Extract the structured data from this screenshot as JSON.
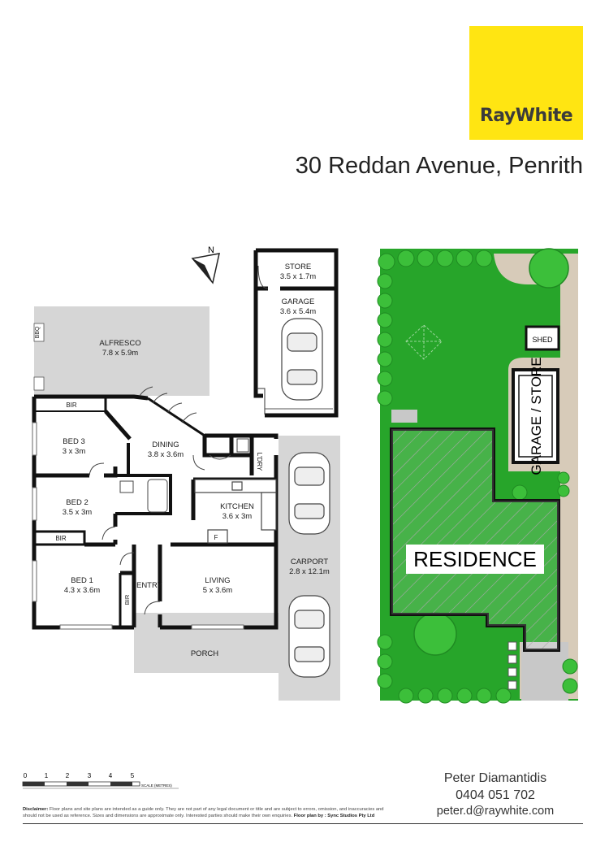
{
  "brand": {
    "logo_text": "RayWhite",
    "logo_color": "#ffe512"
  },
  "address": "30 Reddan Avenue, Penrith",
  "compass": {
    "label": "N"
  },
  "rooms": {
    "store": {
      "name": "STORE",
      "size": "3.5 x 1.7m"
    },
    "garage": {
      "name": "GARAGE",
      "size": "3.6 x 5.4m"
    },
    "alfresco": {
      "name": "ALFRESCO",
      "size": "7.8 x 5.9m"
    },
    "bbq": {
      "name": "BBQ"
    },
    "bir_top": {
      "name": "BIR"
    },
    "bed3": {
      "name": "BED 3",
      "size": "3 x 3m"
    },
    "dining": {
      "name": "DINING",
      "size": "3.8 x 3.6m"
    },
    "ldry": {
      "name": "L'DRY"
    },
    "bed2": {
      "name": "BED 2",
      "size": "3.5 x 3m"
    },
    "kitchen": {
      "name": "KITCHEN",
      "size": "3.6 x 3m"
    },
    "fridge": {
      "name": "F"
    },
    "bir_mid": {
      "name": "BIR"
    },
    "bed1": {
      "name": "BED 1",
      "size": "4.3 x 3.6m"
    },
    "bir_side": {
      "name": "BIR"
    },
    "entry": {
      "name": "ENTRY"
    },
    "living": {
      "name": "LIVING",
      "size": "5 x 3.6m"
    },
    "carport": {
      "name": "CARPORT",
      "size": "2.8 x 12.1m"
    },
    "porch": {
      "name": "PORCH"
    }
  },
  "site": {
    "shed": "SHED",
    "garage_store": "GARAGE / STORE",
    "residence": "RESIDENCE"
  },
  "scale": {
    "ticks": [
      "0",
      "1",
      "2",
      "3",
      "4",
      "5"
    ],
    "label": "SCALE (METRES)"
  },
  "agent": {
    "name": "Peter Diamantidis",
    "phone": "0404 051 702",
    "email": "peter.d@raywhite.com"
  },
  "disclaimer": {
    "lead": "Disclaimer:",
    "text": "Floor plans and site plans are intended as a guide only. They are not part of any legal document or title and are subject to errors, omission, and inaccuracies and should not be used as reference. Sizes and dimensions are approximate only. Interested parties should make their own enquiries.",
    "credit": "Floor plan by : Sync Studios Pty Ltd"
  },
  "colors": {
    "wall": "#111111",
    "outdoor": "#d6d6d6",
    "grass": "#27a52a",
    "path": "#d7cbb9",
    "paving": "#c8c8c8"
  }
}
